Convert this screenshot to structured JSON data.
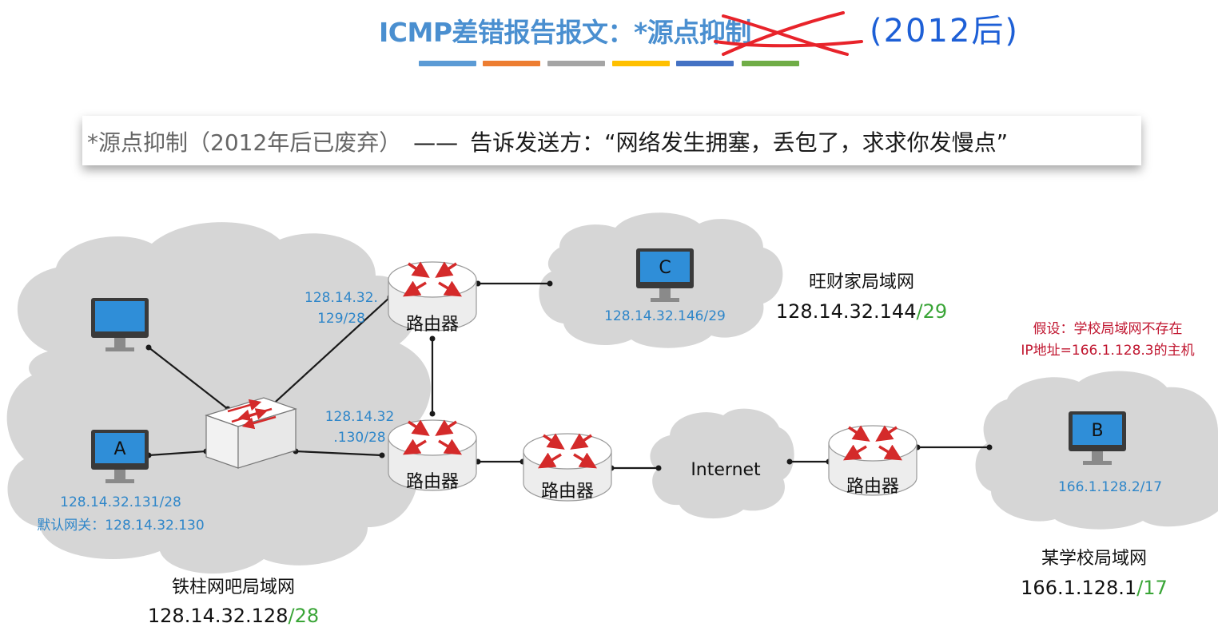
{
  "title": {
    "main": "ICMP差错报告报文：",
    "struck": "*源点抑制",
    "handwritten": "(2012后)"
  },
  "colors": {
    "title_blue": "#4a8fd0",
    "cloud_gray": "#d6d6d6",
    "arrow_red": "#d42a2a",
    "ip_blue": "#2e86c9",
    "mask_green": "#3aa537",
    "note_red": "#c0152f",
    "monitor_blue": "#2f8ed8",
    "annotation_red": "#e8232a",
    "annotation_blue": "#1d5fd6",
    "bars": [
      "#5b9bd5",
      "#ed7d31",
      "#a5a5a5",
      "#ffc000",
      "#4472c4",
      "#70ad47"
    ]
  },
  "banner": {
    "left": "*源点抑制（2012年后已废弃）",
    "dash": "——",
    "right": "告诉发送方：“网络发生拥塞，丢包了，求求你发慢点”"
  },
  "devices": {
    "router_label": "路由器",
    "host_a": "A",
    "host_b": "B",
    "host_c": "C",
    "internet": "Internet"
  },
  "ips": {
    "r1_line1": "128.14.32.",
    "r1_line2": "129/28",
    "r2_line1": "128.14.32",
    "r2_line2": ".130/28",
    "host_c": "128.14.32.146/29",
    "host_a": "128.14.32.131/28",
    "gateway": "默认网关：128.14.32.130",
    "host_b": "166.1.128.2/17"
  },
  "networks": {
    "wangcai_name": "旺财家局域网",
    "wangcai_prefix": "128.14.32.144",
    "wangcai_mask": "/29",
    "tiezhu_name": "铁柱网吧局域网",
    "tiezhu_prefix": "128.14.32.128",
    "tiezhu_mask": "/28",
    "school_name": "某学校局域网",
    "school_prefix": "166.1.128.1",
    "school_mask": "/17"
  },
  "note": {
    "line1": "假设：学校局域网不存在",
    "line2": "IP地址=166.1.128.3的主机"
  }
}
